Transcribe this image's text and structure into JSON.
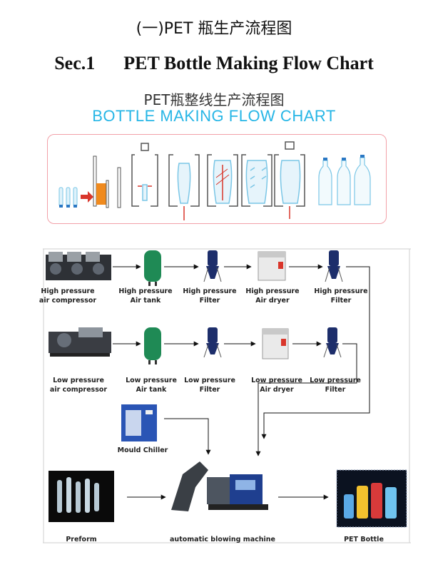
{
  "header": {
    "title_cn": "(一)PET 瓶生产流程图",
    "sec_label": "Sec.1",
    "sec_title": "PET Bottle Making Flow Chart"
  },
  "process": {
    "title_cn": "PET瓶整线生产流程图",
    "title_en": "BOTTLE MAKING FLOW CHART"
  },
  "flow": {
    "high": {
      "compressor": [
        "High pressure",
        "air compressor"
      ],
      "tank": [
        "High pressure",
        "Air tank"
      ],
      "filter1": [
        "High pressure",
        "Filter"
      ],
      "dryer": [
        "High pressure",
        "Air dryer"
      ],
      "filter2": [
        "High pressure",
        "Filter"
      ]
    },
    "low": {
      "compressor": [
        "Low pressure",
        "air compressor"
      ],
      "tank": [
        "Low pressure",
        "Air tank"
      ],
      "filter1": [
        "Low pressure",
        "Filter"
      ],
      "dryer": [
        "Low pressure",
        "Air dryer"
      ],
      "filter2": [
        "Low pressure",
        "Filter"
      ]
    },
    "chiller": "Mould Chiller",
    "preform": "Preform",
    "machine": "automatic blowing machine",
    "bottle": "PET Bottle"
  },
  "colors": {
    "accent_blue": "#27b6e6",
    "box_border": "#f2a0a8",
    "tank_green": "#1f8a55",
    "filter_navy": "#1d2e6b",
    "arrow_red": "#d9362b"
  }
}
